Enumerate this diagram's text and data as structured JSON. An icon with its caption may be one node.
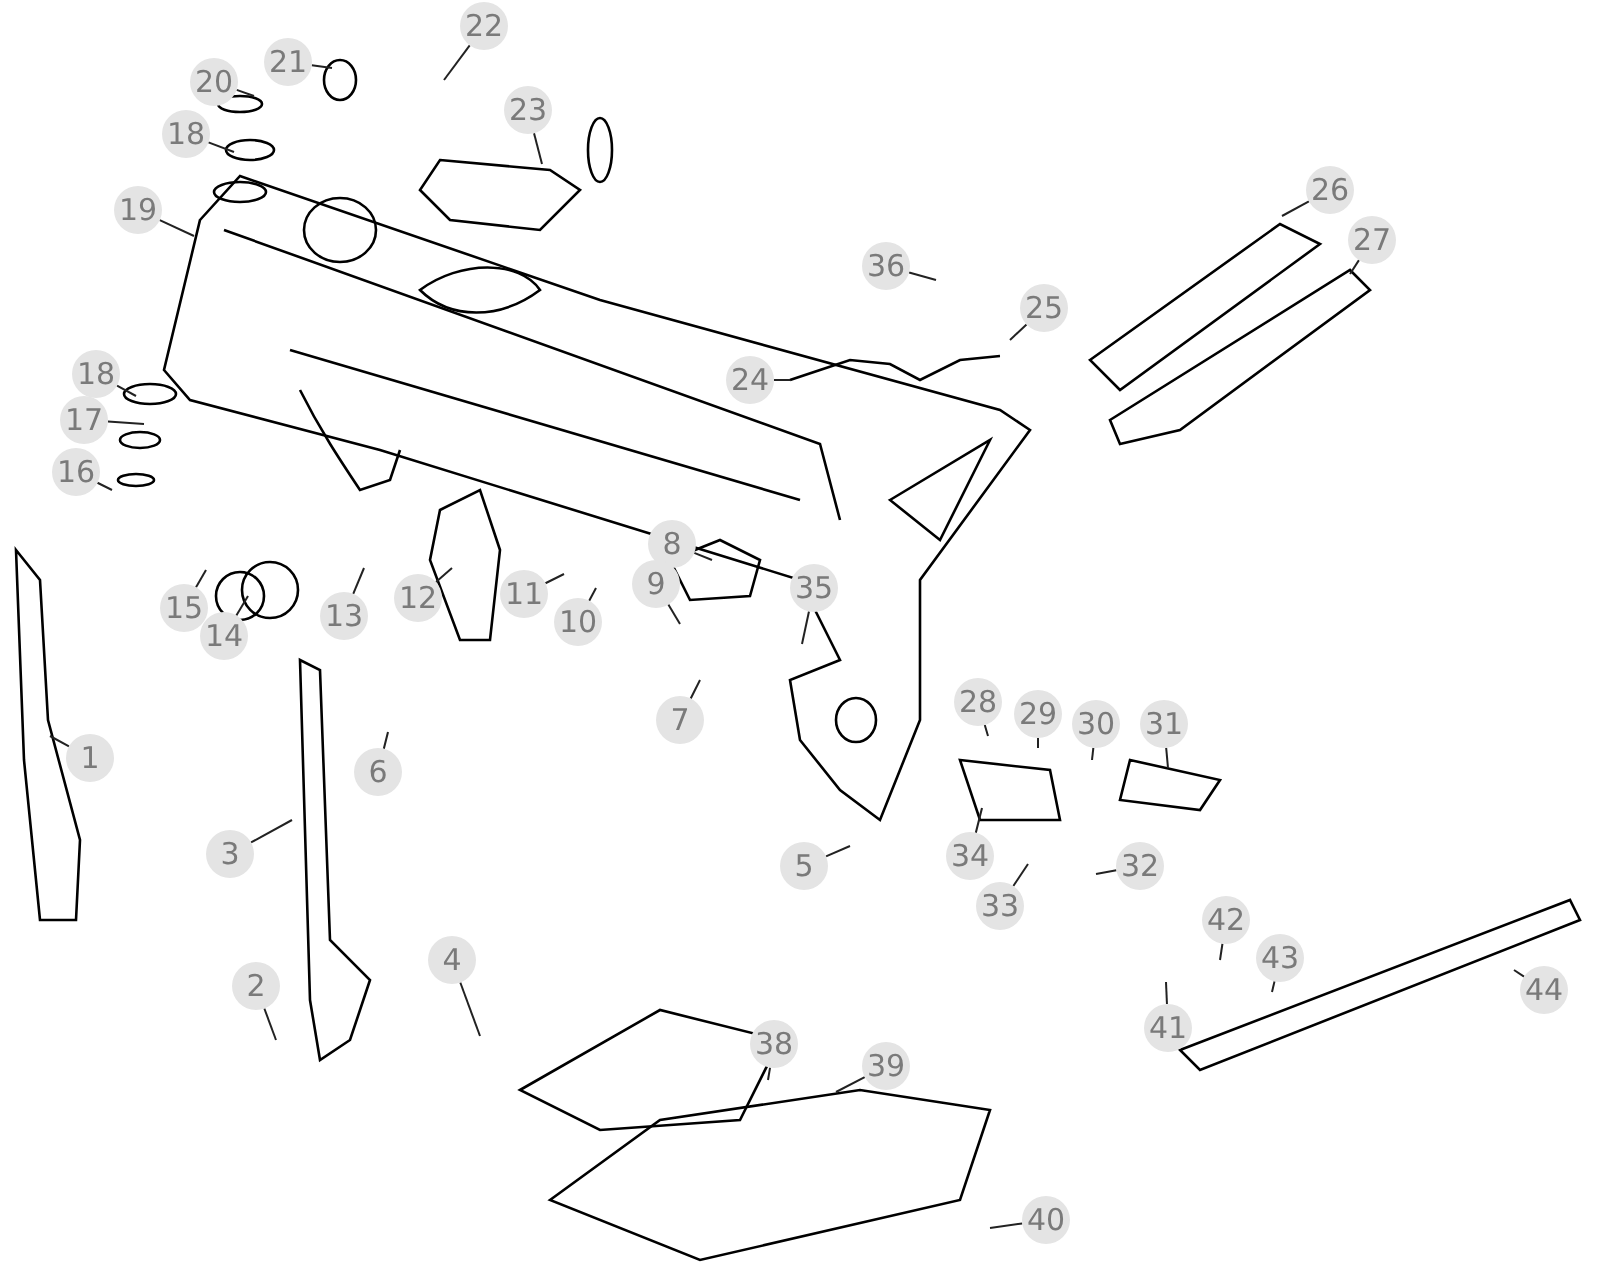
{
  "diagram": {
    "nodes": [
      {
        "text": [
          "1"
        ]
      },
      {
        "text": [
          "2"
        ]
      },
      {
        "text": [
          "3"
        ]
      },
      {
        "text": [
          "4"
        ]
      },
      {
        "text": [
          "5"
        ]
      },
      {
        "text": [
          "6"
        ]
      },
      {
        "text": [
          "7"
        ]
      },
      {
        "text": [
          "8"
        ]
      },
      {
        "text": [
          "9"
        ]
      },
      {
        "text": [
          "10"
        ]
      },
      {
        "text": [
          "11"
        ]
      },
      {
        "text": [
          "12"
        ]
      },
      {
        "text": [
          "13"
        ]
      },
      {
        "text": [
          "14"
        ]
      },
      {
        "text": [
          "15"
        ]
      },
      {
        "text": [
          "16"
        ]
      },
      {
        "text": [
          "17"
        ]
      },
      {
        "text": [
          "18"
        ]
      },
      {
        "text": [
          "18"
        ]
      },
      {
        "text": [
          "19"
        ]
      },
      {
        "text": [
          "20"
        ]
      },
      {
        "text": [
          "21"
        ]
      },
      {
        "text": [
          "22"
        ]
      },
      {
        "text": [
          "23"
        ]
      },
      {
        "text": [
          "24"
        ]
      },
      {
        "text": [
          "25"
        ]
      },
      {
        "text": [
          "26"
        ]
      },
      {
        "text": [
          "27"
        ]
      },
      {
        "text": [
          "28"
        ]
      },
      {
        "text": [
          "29"
        ]
      },
      {
        "text": [
          "30"
        ]
      },
      {
        "text": [
          "31"
        ]
      },
      {
        "text": [
          "32"
        ]
      },
      {
        "text": [
          "33"
        ]
      },
      {
        "text": [
          "34"
        ]
      },
      {
        "text": [
          "35"
        ]
      },
      {
        "text": [
          "36"
        ]
      },
      {
        "text": [
          "38"
        ]
      },
      {
        "text": [
          "39"
        ]
      },
      {
        "text": [
          "40"
        ]
      },
      {
        "text": [
          "41"
        ]
      },
      {
        "text": [
          "42"
        ]
      },
      {
        "text": [
          "43"
        ]
      },
      {
        "text": [
          "44"
        ]
      }
    ],
    "edges": [
      {
        "from": 0,
        "to": null,
        "arrow": "none"
      },
      {
        "from": 1,
        "to": null,
        "arrow": "none"
      },
      {
        "from": 2,
        "to": null,
        "arrow": "none"
      },
      {
        "from": 3,
        "to": null,
        "arrow": "none"
      },
      {
        "from": 4,
        "to": null,
        "arrow": "none"
      },
      {
        "from": 5,
        "to": null,
        "arrow": "none"
      },
      {
        "from": 6,
        "to": null,
        "arrow": "none"
      },
      {
        "from": 7,
        "to": null,
        "arrow": "none"
      },
      {
        "from": 8,
        "to": null,
        "arrow": "none"
      },
      {
        "from": 9,
        "to": null,
        "arrow": "none"
      },
      {
        "from": 10,
        "to": null,
        "arrow": "none"
      },
      {
        "from": 11,
        "to": null,
        "arrow": "none"
      },
      {
        "from": 12,
        "to": null,
        "arrow": "none"
      },
      {
        "from": 13,
        "to": null,
        "arrow": "none"
      },
      {
        "from": 14,
        "to": null,
        "arrow": "none"
      },
      {
        "from": 15,
        "to": null,
        "arrow": "none"
      },
      {
        "from": 16,
        "to": null,
        "arrow": "none"
      },
      {
        "from": 17,
        "to": null,
        "arrow": "none"
      },
      {
        "from": 18,
        "to": null,
        "arrow": "none"
      },
      {
        "from": 19,
        "to": null,
        "arrow": "none"
      },
      {
        "from": 20,
        "to": null,
        "arrow": "none"
      },
      {
        "from": 21,
        "to": null,
        "arrow": "none"
      },
      {
        "from": 22,
        "to": null,
        "arrow": "none"
      },
      {
        "from": 23,
        "to": null,
        "arrow": "none"
      },
      {
        "from": 24,
        "to": null,
        "arrow": "none"
      },
      {
        "from": 25,
        "to": null,
        "arrow": "none"
      },
      {
        "from": 26,
        "to": null,
        "arrow": "none"
      },
      {
        "from": 27,
        "to": null,
        "arrow": "none"
      },
      {
        "from": 28,
        "to": null,
        "arrow": "none"
      },
      {
        "from": 29,
        "to": null,
        "arrow": "none"
      },
      {
        "from": 30,
        "to": null,
        "arrow": "none"
      },
      {
        "from": 31,
        "to": null,
        "arrow": "none"
      },
      {
        "from": 32,
        "to": null,
        "arrow": "none"
      },
      {
        "from": 33,
        "to": null,
        "arrow": "none"
      },
      {
        "from": 34,
        "to": null,
        "arrow": "none"
      },
      {
        "from": 35,
        "to": null,
        "arrow": "none"
      },
      {
        "from": 36,
        "to": null,
        "arrow": "none"
      },
      {
        "from": 37,
        "to": null,
        "arrow": "none"
      },
      {
        "from": 38,
        "to": null,
        "arrow": "none"
      },
      {
        "from": 39,
        "to": null,
        "arrow": "none"
      },
      {
        "from": 40,
        "to": null,
        "arrow": "none"
      },
      {
        "from": 41,
        "to": null,
        "arrow": "none"
      },
      {
        "from": 42,
        "to": null,
        "arrow": "none"
      },
      {
        "from": 43,
        "to": null,
        "arrow": "none"
      }
    ]
  }
}
